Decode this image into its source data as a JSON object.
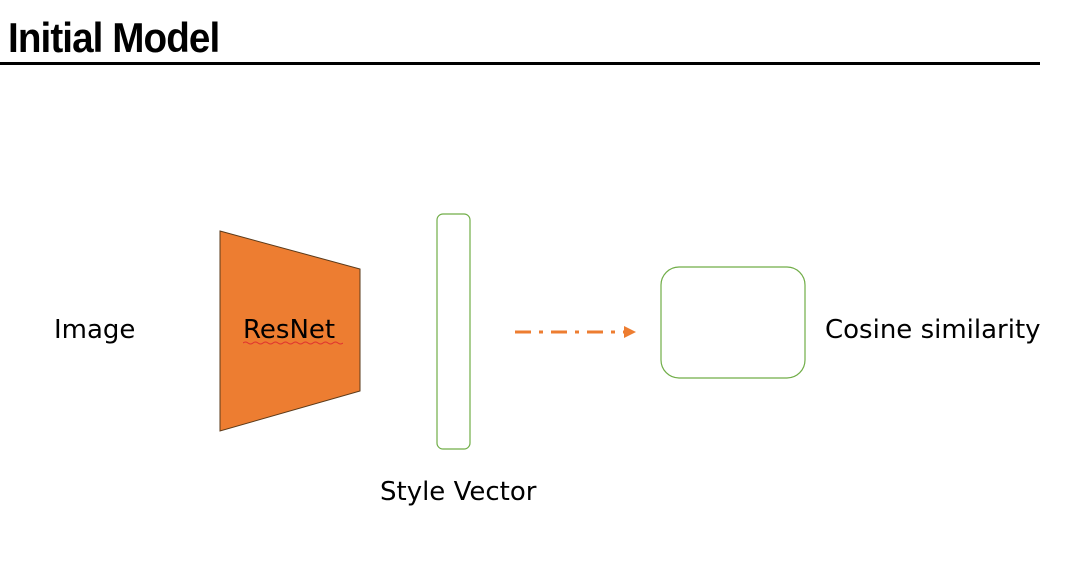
{
  "title": "Initial Model",
  "colors": {
    "accent": "#ED7D31",
    "vector_border": "#70AD47",
    "rule": "#000000"
  },
  "nodes": {
    "input_label": "Image",
    "encoder_label": "ResNet",
    "vector_label": "Style Vector",
    "output_label": "Cosine similarity"
  }
}
